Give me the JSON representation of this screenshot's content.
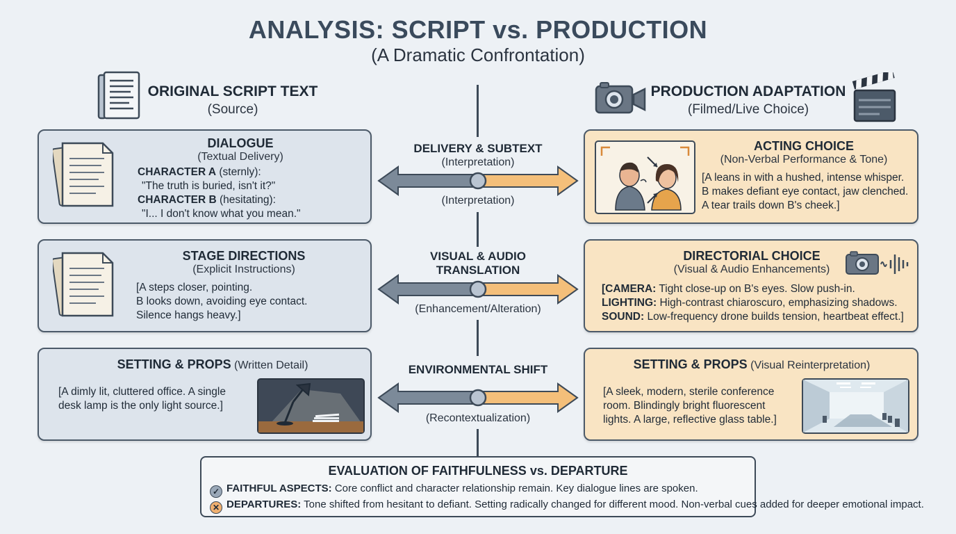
{
  "header": {
    "title": "ANALYSIS: SCRIPT vs. PRODUCTION",
    "subtitle": "(A Dramatic Confrontation)"
  },
  "left_column": {
    "title": "ORIGINAL SCRIPT TEXT",
    "subtitle": "(Source)",
    "icon": "script-document-icon"
  },
  "right_column": {
    "title": "PRODUCTION ADAPTATION",
    "subtitle": "(Filmed/Live Choice)",
    "icon": "camera-icon"
  },
  "rows": [
    {
      "left": {
        "title": "DIALOGUE",
        "subtitle": "(Textual Delivery)",
        "char_a": "CHARACTER A",
        "char_a_note": " (sternly):",
        "line_a": "\"The truth is buried, isn't it?\"",
        "char_b": "CHARACTER B",
        "char_b_note": " (hesitating):",
        "line_b": "\"I... I don't know what you mean.\""
      },
      "center": {
        "title": "DELIVERY & SUBTEXT",
        "top_sub": "(Interpretation)",
        "bottom_sub": "(Interpretation)"
      },
      "right": {
        "title": "ACTING CHOICE",
        "subtitle": "(Non-Verbal Performance & Tone)",
        "lines": [
          "[A leans in with a hushed, intense whisper.",
          "B makes defiant eye contact, jaw clenched.",
          "A tear trails down B's cheek.]"
        ]
      }
    },
    {
      "left": {
        "title": "STAGE DIRECTIONS",
        "subtitle": "(Explicit Instructions)",
        "lines": [
          "[A steps closer, pointing.",
          "B looks down, avoiding eye contact.",
          "Silence hangs heavy.]"
        ]
      },
      "center": {
        "title_1": "VISUAL & AUDIO",
        "title_2": "TRANSLATION",
        "bottom_sub": "(Enhancement/Alteration)"
      },
      "right": {
        "title": "DIRECTORIAL CHOICE",
        "subtitle": "(Visual & Audio Enhancements)",
        "camera_label": "[CAMERA:",
        "camera_text": " Tight close-up on B's eyes. Slow push-in.",
        "lighting_label": "LIGHTING:",
        "lighting_text": " High-contrast chiaroscuro, emphasizing shadows.",
        "sound_label": "SOUND:",
        "sound_text": " Low-frequency drone builds tension, heartbeat effect.]"
      }
    },
    {
      "left": {
        "title": "SETTING & PROPS",
        "title_note": " (Written Detail)",
        "lines": [
          "[A dimly lit, cluttered office. A single",
          "desk lamp is the only light source.]"
        ]
      },
      "center": {
        "title": "ENVIRONMENTAL SHIFT",
        "bottom_sub": "(Recontextualization)"
      },
      "right": {
        "title": "SETTING & PROPS",
        "title_note": " (Visual Reinterpretation)",
        "lines": [
          "[A sleek, modern, sterile conference",
          "room. Blindingly bright fluorescent",
          "lights. A large, reflective glass table.]"
        ]
      }
    }
  ],
  "evaluation": {
    "title": "EVALUATION OF FAITHFULNESS vs. DEPARTURE",
    "faithful_label": "FAITHFUL ASPECTS:",
    "faithful_text": " Core conflict and character relationship remain. Key dialogue lines are spoken.",
    "departures_label": "DEPARTURES:",
    "departures_text": " Tone shifted from hesitant to defiant. Setting radically changed for different mood. Non-verbal cues  added for deeper emotional impact."
  },
  "colors": {
    "left_panel": "#dde4ec",
    "right_panel": "#f9e4c3",
    "left_arrow": "#7c8a99",
    "right_arrow": "#f4bf7a",
    "border": "#4c5a69"
  }
}
